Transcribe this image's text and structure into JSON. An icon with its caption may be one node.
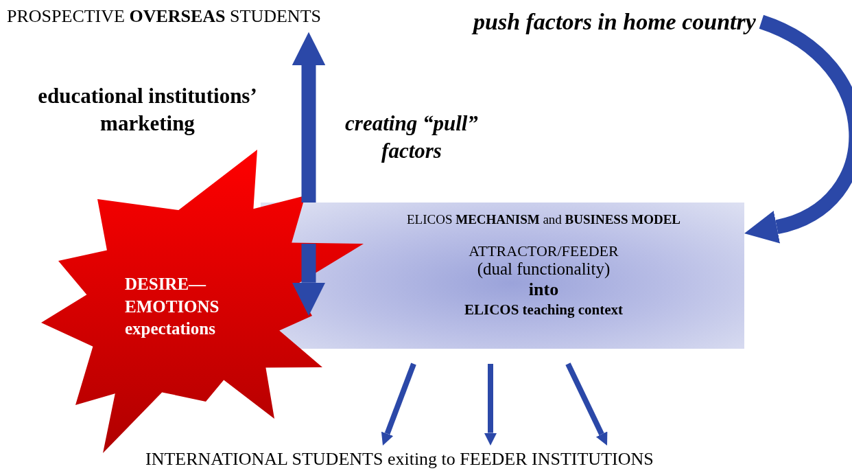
{
  "diagram": {
    "nodes": [
      {
        "text": [
          "PROSPECTIVE **OVERSEAS** STUDENTS"
        ]
      },
      {
        "text": [
          "push factors in home country"
        ]
      },
      {
        "text": [
          "ELICOS **MECHANISM** and **BUSINESS MODEL**",
          "ATTRACTOR/FEEDER",
          "(dual functionality)",
          "into",
          "ELICOS teaching context"
        ]
      },
      {
        "text": [
          "DESIRE— EMOTIONS expectations"
        ]
      },
      {
        "text": [
          "INTERNATIONAL STUDENTS exiting to FEEDER INSTITUTIONS"
        ]
      }
    ],
    "edges": [
      {
        "from": 2,
        "to": 0,
        "arrow": "to",
        "style": "thick"
      },
      {
        "from": null,
        "to": 2,
        "arrow": "to",
        "style": "thick"
      },
      {
        "from": 1,
        "to": 2,
        "arrow": "to",
        "style": "thick"
      },
      {
        "from": 2,
        "to": 4,
        "arrow": "to"
      },
      {
        "from": 2,
        "to": 4,
        "arrow": "to"
      },
      {
        "from": 2,
        "to": 4,
        "arrow": "to"
      }
    ],
    "labels": [
      "educational institutions’ marketing",
      "creating “pull” factors"
    ]
  }
}
